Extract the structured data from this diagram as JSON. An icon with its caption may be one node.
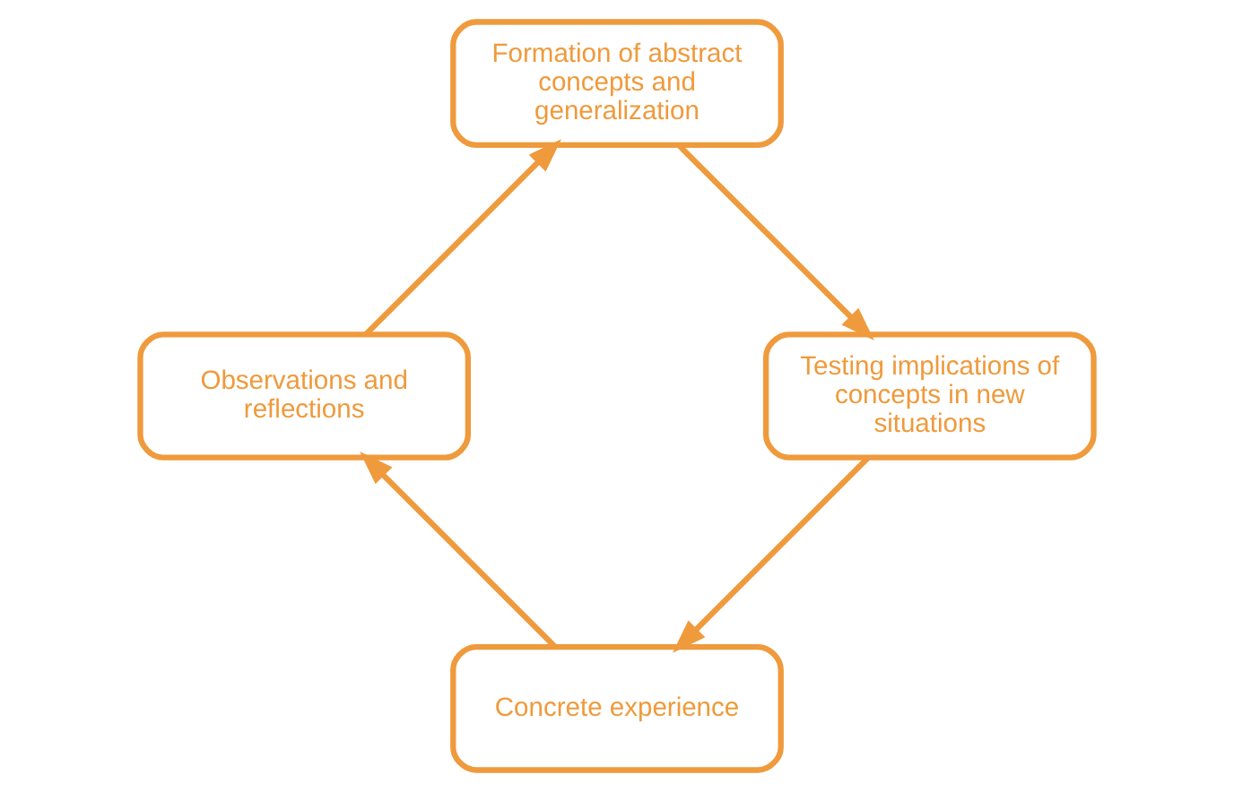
{
  "diagram": {
    "nodes": [
      {
        "text": [
          "Concrete experience"
        ]
      },
      {
        "text": [
          "Observations and reflections"
        ]
      },
      {
        "text": [
          "Formation of abstract concepts and generalization"
        ]
      },
      {
        "text": [
          "Testing implications of concepts in new situations"
        ]
      }
    ],
    "edges": [
      {
        "from": 0,
        "to": 1,
        "arrow": "to"
      },
      {
        "from": 1,
        "to": 2,
        "arrow": "to"
      },
      {
        "from": 2,
        "to": 3,
        "arrow": "to"
      },
      {
        "from": 3,
        "to": 0,
        "arrow": "to"
      }
    ]
  }
}
